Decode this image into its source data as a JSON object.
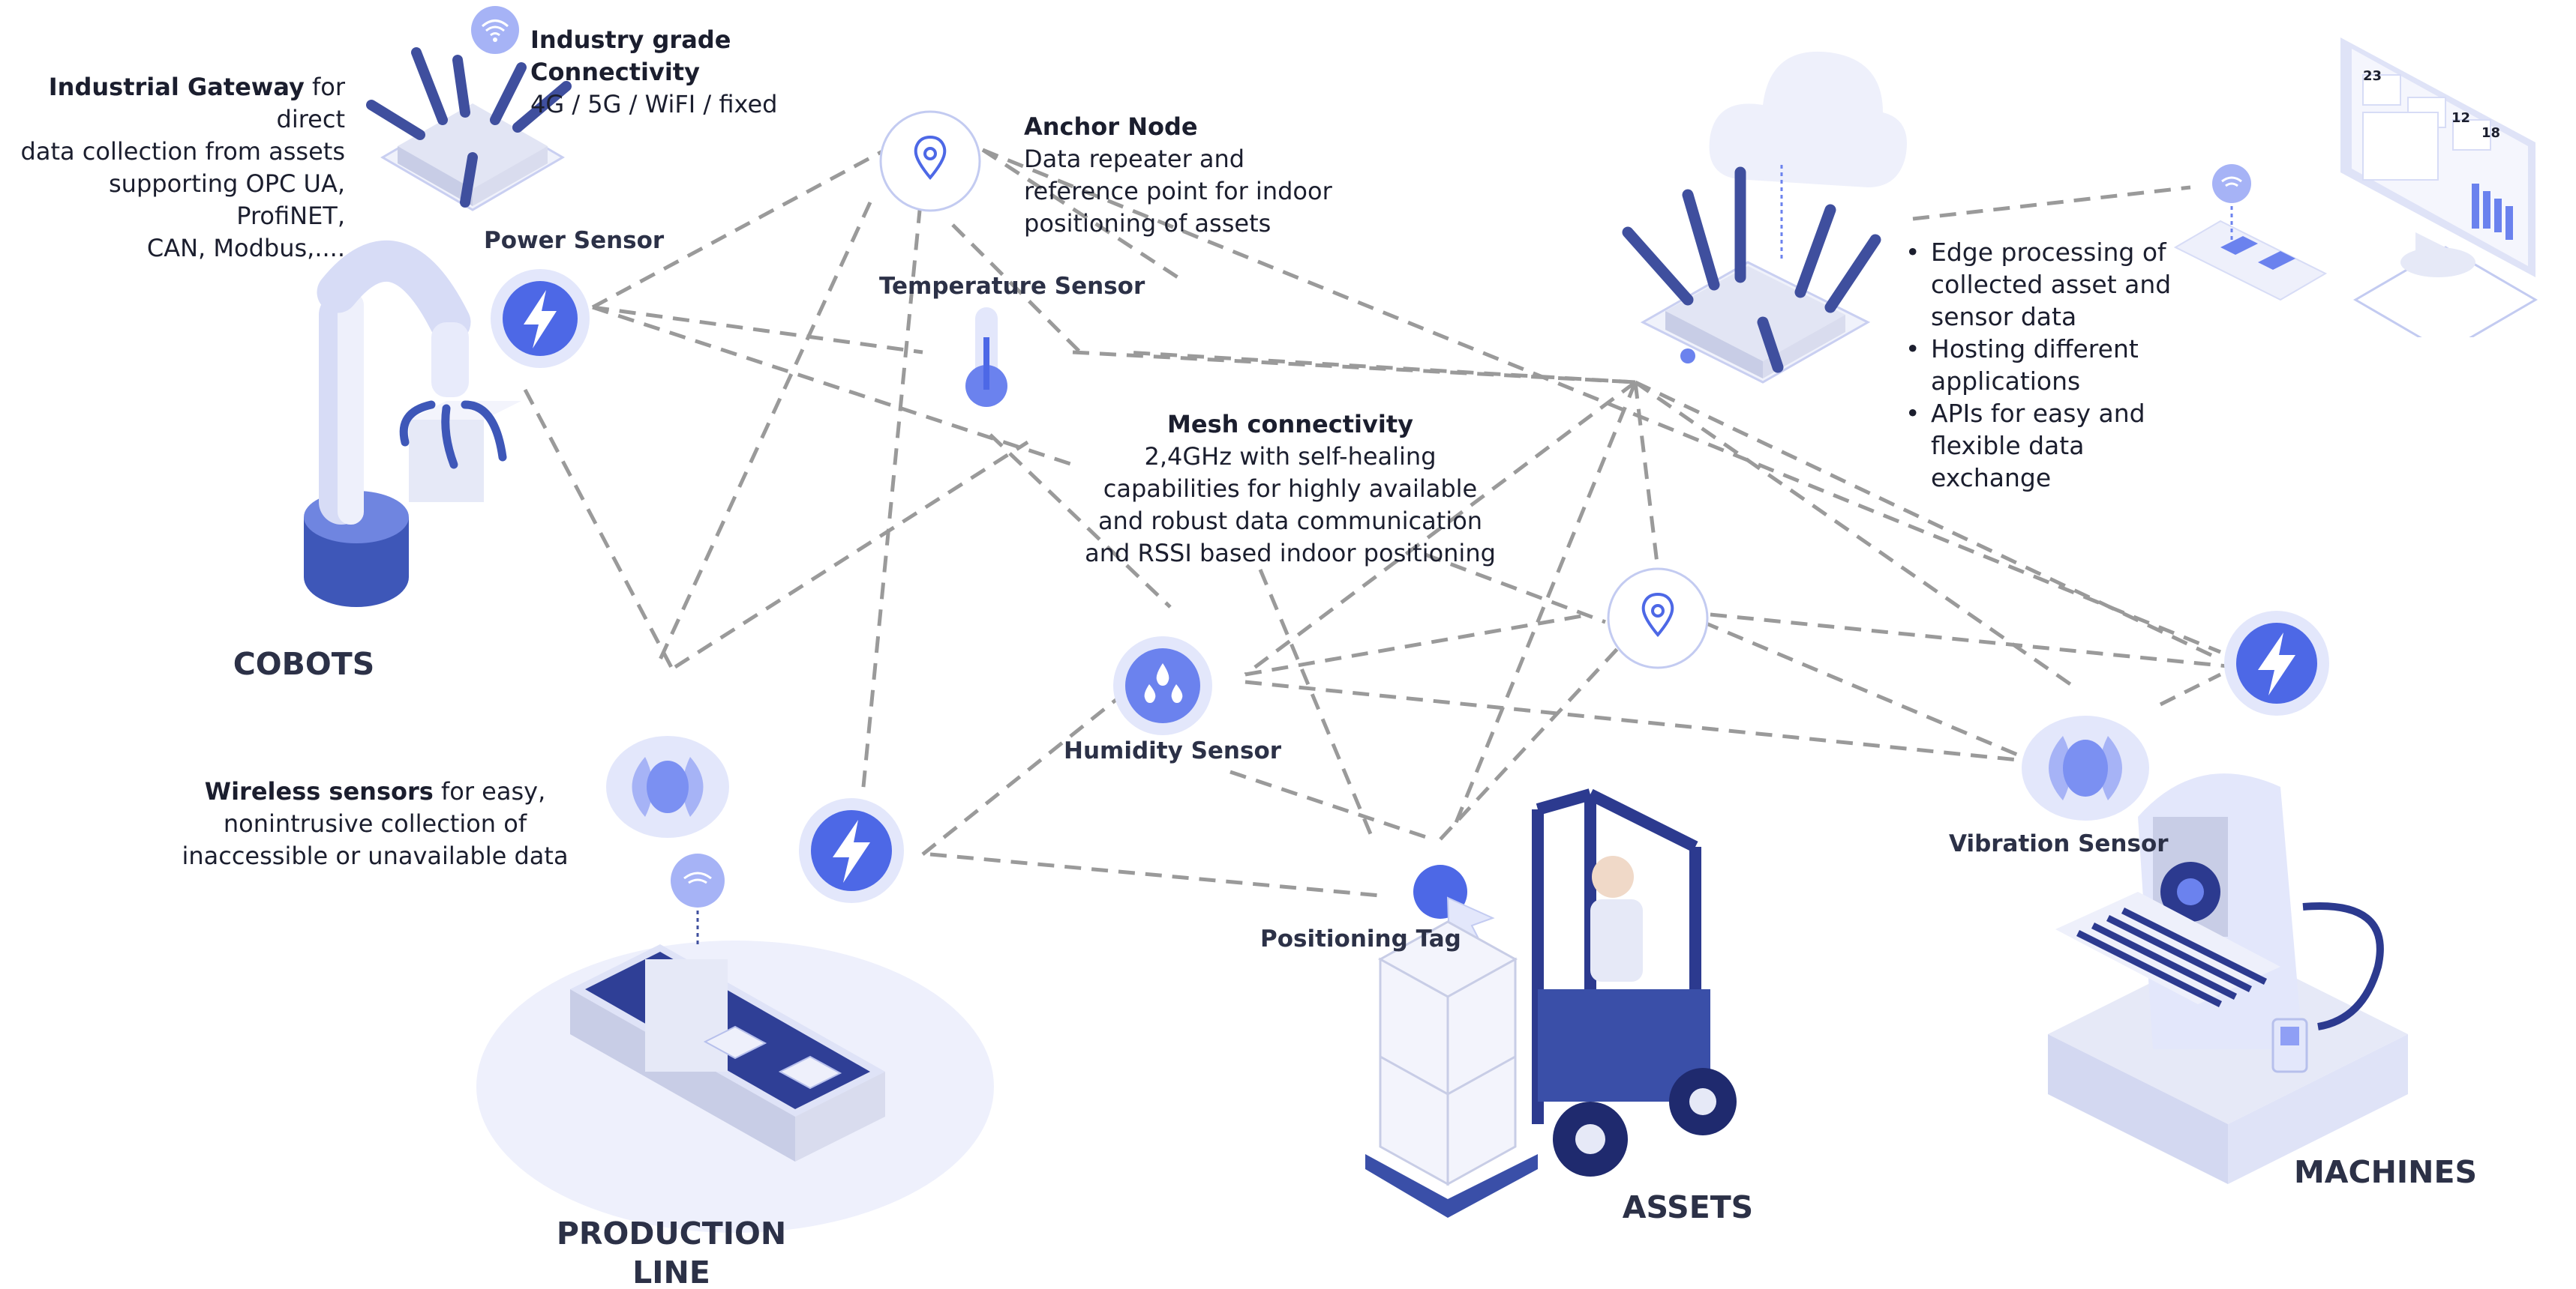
{
  "colors": {
    "accent": "#3f5bd8",
    "accent_light": "#8f9ff5",
    "pale": "#e3e7fb",
    "navy": "#2c3a8f",
    "link": "#9a9a9a"
  },
  "annotations": {
    "gateway_title": "Industrial Gateway",
    "gateway_rest_1": "for direct",
    "gateway_lines": [
      "data collection from assets",
      "supporting OPC UA, ProfiNET,",
      "CAN, Modbus,...."
    ],
    "connectivity_title_1": "Industry grade",
    "connectivity_title_2": "Connectivity",
    "connectivity_sub": "4G / 5G / WiFI / fixed",
    "anchor_title": "Anchor Node",
    "anchor_lines": [
      "Data repeater and",
      "reference point for indoor",
      "positioning of assets"
    ],
    "mesh_title": "Mesh connectivity",
    "mesh_lines": [
      "2,4GHz with self-healing",
      "capabilities for highly available",
      "and robust data communication",
      "and RSSI based indoor positioning"
    ],
    "wireless_title": "Wireless sensors",
    "wireless_rest_1": "for easy,",
    "wireless_lines": [
      "nonintrusive collection of",
      "inaccessible or unavailable data"
    ],
    "edge_bullets": [
      "Edge processing of collected asset and sensor data",
      "Hosting different applications",
      "APIs for easy and flexible data exchange"
    ]
  },
  "sensors": {
    "power": "Power Sensor",
    "temperature": "Temperature Sensor",
    "humidity": "Humidity Sensor",
    "vibration": "Vibration Sensor",
    "positioning": "Positioning Tag"
  },
  "sections": {
    "cobots": "COBOTS",
    "production_1": "PRODUCTION",
    "production_2": "LINE",
    "assets": "ASSETS",
    "machines": "MACHINES"
  },
  "dashboard": {
    "card_a": "23",
    "card_b": "12",
    "card_c": "18"
  },
  "icons": [
    "wifi-icon",
    "location-pin-icon",
    "lightning-icon",
    "thermometer-icon",
    "droplets-icon",
    "vibration-icon",
    "cloud-icon",
    "cursor-icon"
  ]
}
